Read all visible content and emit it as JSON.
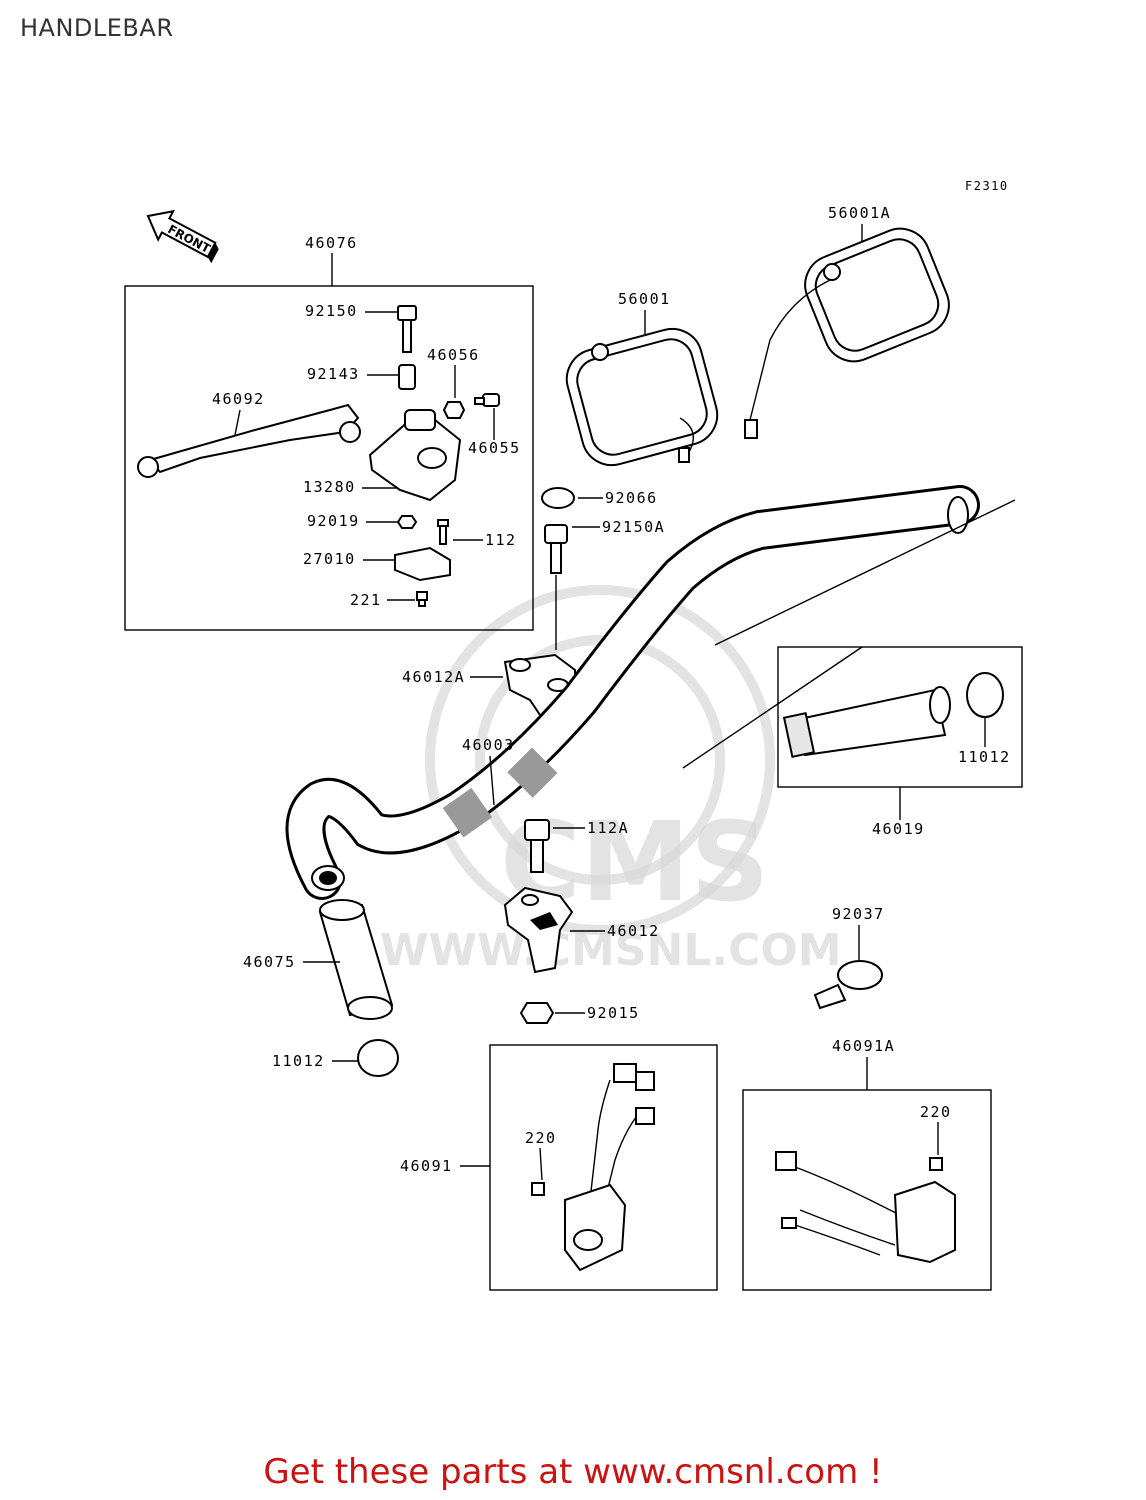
{
  "header": {
    "title": "HANDLEBAR"
  },
  "figure_code": "F2310",
  "front_arrow_label": "FRONT",
  "watermark": {
    "brand": "CMS",
    "url": "WWW.CMSNL.COM"
  },
  "parts": {
    "p46076": "46076",
    "p92150": "92150",
    "p92143": "92143",
    "p46056": "46056",
    "p46092": "46092",
    "p46055": "46055",
    "p13280": "13280",
    "p92019": "92019",
    "p112": "112",
    "p27010": "27010",
    "p221": "221",
    "p56001": "56001",
    "p56001A": "56001A",
    "p92066": "92066",
    "p92150A": "92150A",
    "p46012A": "46012A",
    "p46003": "46003",
    "p112A": "112A",
    "p46012": "46012",
    "p92015": "92015",
    "p46075": "46075",
    "p11012_left": "11012",
    "p11012_right": "11012",
    "p46019": "46019",
    "p92037": "92037",
    "p46091": "46091",
    "p46091A": "46091A",
    "p220_left": "220",
    "p220_right": "220"
  },
  "footer": {
    "cta": "Get these parts at www.cmsnl.com !"
  },
  "colors": {
    "cta": "#cc1111",
    "lines": "#000000",
    "watermark": "#d0d0d0"
  }
}
